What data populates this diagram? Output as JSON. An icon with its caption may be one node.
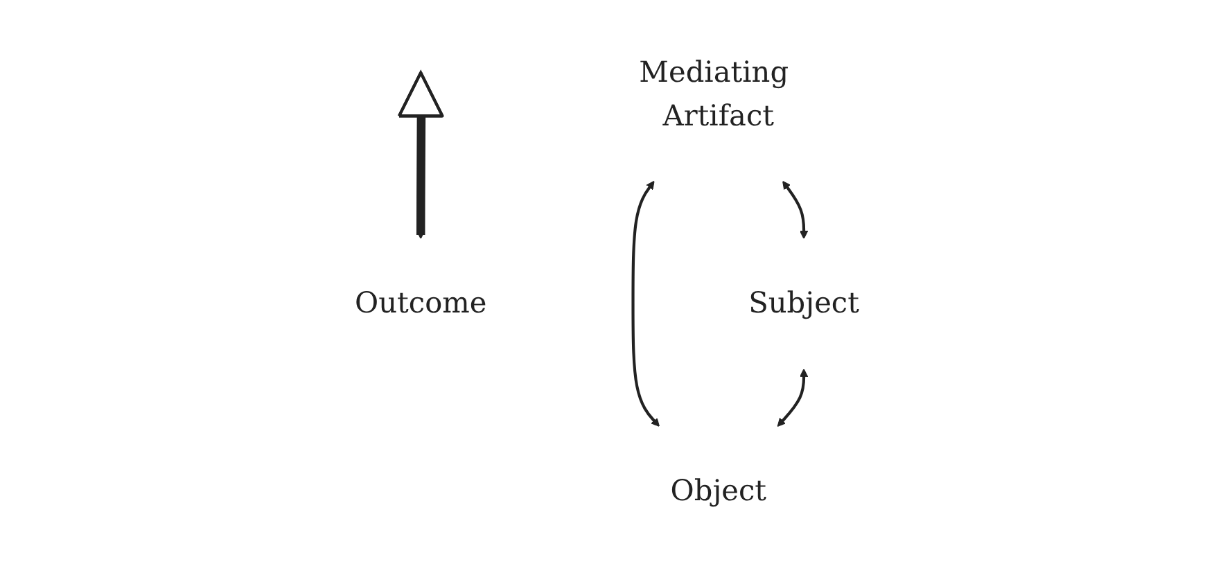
{
  "diagram": {
    "nodes": [
      {
        "text": [
          "Mediating Artifact"
        ]
      },
      {
        "text": [],
        "shape": "triangle"
      },
      {
        "text": [
          "Outcome"
        ]
      },
      {
        "text": [
          "Subject"
        ]
      },
      {
        "text": [
          "Object"
        ]
      }
    ],
    "edges": [
      {
        "from": 0,
        "to": 3,
        "arrow": "both"
      },
      {
        "from": 0,
        "to": 4,
        "arrow": "both"
      },
      {
        "from": 3,
        "to": 4,
        "arrow": "both"
      },
      {
        "from": 1,
        "to": 2,
        "arrow": "to",
        "style": "thick"
      }
    ]
  }
}
